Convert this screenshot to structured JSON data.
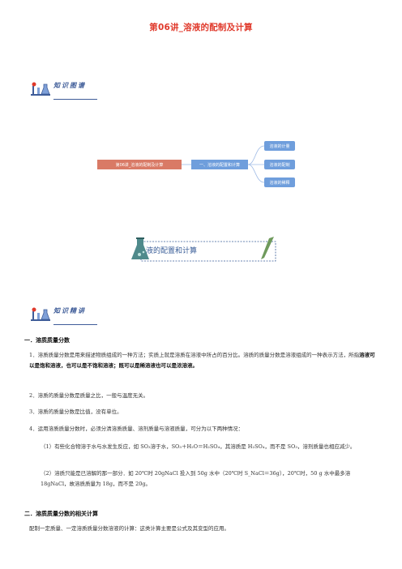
{
  "title": "第06讲_溶液的配制及计算",
  "section1_label": "知识图谱",
  "mindmap": {
    "root": "第06讲_溶液的配制及计算",
    "mid": "一、溶液的配置和计算",
    "leaves": [
      "溶液的计量",
      "溶液的配制",
      "溶液的稀释"
    ]
  },
  "banner_text": "液的配置和计算",
  "section2_label": "知识精讲",
  "heading1": "一．溶质质量分数",
  "p1": {
    "normal": "1．溶质质量分数是用来描述物质组成的一种方法；实质上就是溶质在溶液中所占的百分比。溶质的质量分数是溶液组成的一种表示方法，所指",
    "bold": "溶液可以是饱和溶液，也可以是不饱和溶液；既可以是稀溶液也可以是浓溶液。"
  },
  "p2": "2．溶质的质量分数是质量之比，一般与温度无关。",
  "p3": "3．溶质的质量分数是比值，没有单位。",
  "p4": "4．运用溶质质量分数时，必须分清溶质质量、溶剂质量与溶液质量，可分为以下两种情况：",
  "p5": "（1）有些化合物溶于水与水发生反应，如 SO₃溶于水，SO₃＋H₂O＝H₂SO₄，其溶质是 H₂SO₄，而不是 SO₃，溶剂质量也相应减少。",
  "p6": "（2）溶质只能是已溶解的那一部分．如 20℃时 20gNaCl 投入到 50g 水中（20℃时 S_NaCl＝36g），20℃时，50 g 水中最多溶 18gNaCl，故溶质质量为 18g，而不是 20g。",
  "heading2": "二．溶质质量分数的相关计算",
  "p7": "配制一定质量、一定溶质质量分数溶液的计算：这类计算主要是公式及其变型的应用。"
}
